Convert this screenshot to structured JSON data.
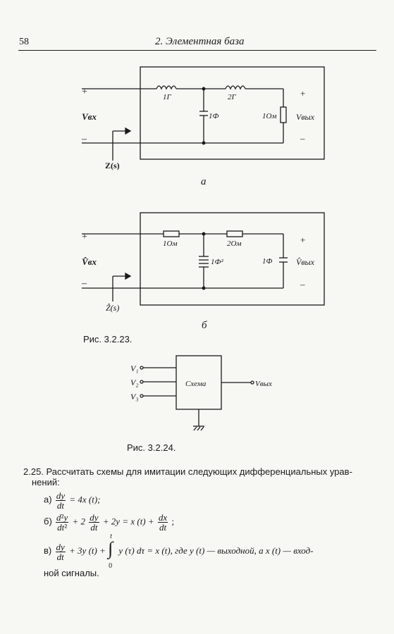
{
  "header": {
    "page_number": "58",
    "running_title": "2. Элементная база"
  },
  "fig_a": {
    "plus_left": "+",
    "minus_left": "–",
    "plus_right": "+",
    "minus_right": "–",
    "v_in": "Vвх",
    "v_out": "Vвых",
    "z": "Z(s)",
    "l1": "1Г",
    "l2": "2Г",
    "c": "1Ф",
    "r": "1Ом",
    "sub": "a"
  },
  "fig_b": {
    "plus_left": "+",
    "minus_left": "–",
    "plus_right": "+",
    "minus_right": "–",
    "v_in": "V̂вх",
    "v_out": "V̂вых",
    "z": "Ẑ(s)",
    "r1": "1Ом",
    "r2": "2Ом",
    "c1": "1Ф²",
    "c2": "1Ф",
    "sub": "б"
  },
  "caption_223": "Рис. 3.2.23.",
  "fig_224": {
    "v1": "V₁",
    "v2": "V₂",
    "v3": "V₃",
    "box": "Схема",
    "vout": "Vвых"
  },
  "caption_224": "Рис. 3.2.24.",
  "problem": {
    "number": "2.25.",
    "text_line1": "Рассчитать схемы для имитации следующих дифференциальных урав-",
    "text_line2": "нений:",
    "a_label": "а)",
    "a_eq": "= 4x (t);",
    "b_label": "б)",
    "b_mid1": "+ 2",
    "b_mid2": "+ 2y = x (t) +",
    "b_end": ";",
    "c_label": "в)",
    "c_mid": "+ 3y (t) +",
    "c_int": "y (τ) dτ = x (t),  где  y (t) — выходной,  а  x (t) — вход-",
    "c_upper": "t",
    "c_lower": "0",
    "last_line": "ной сигналы."
  }
}
